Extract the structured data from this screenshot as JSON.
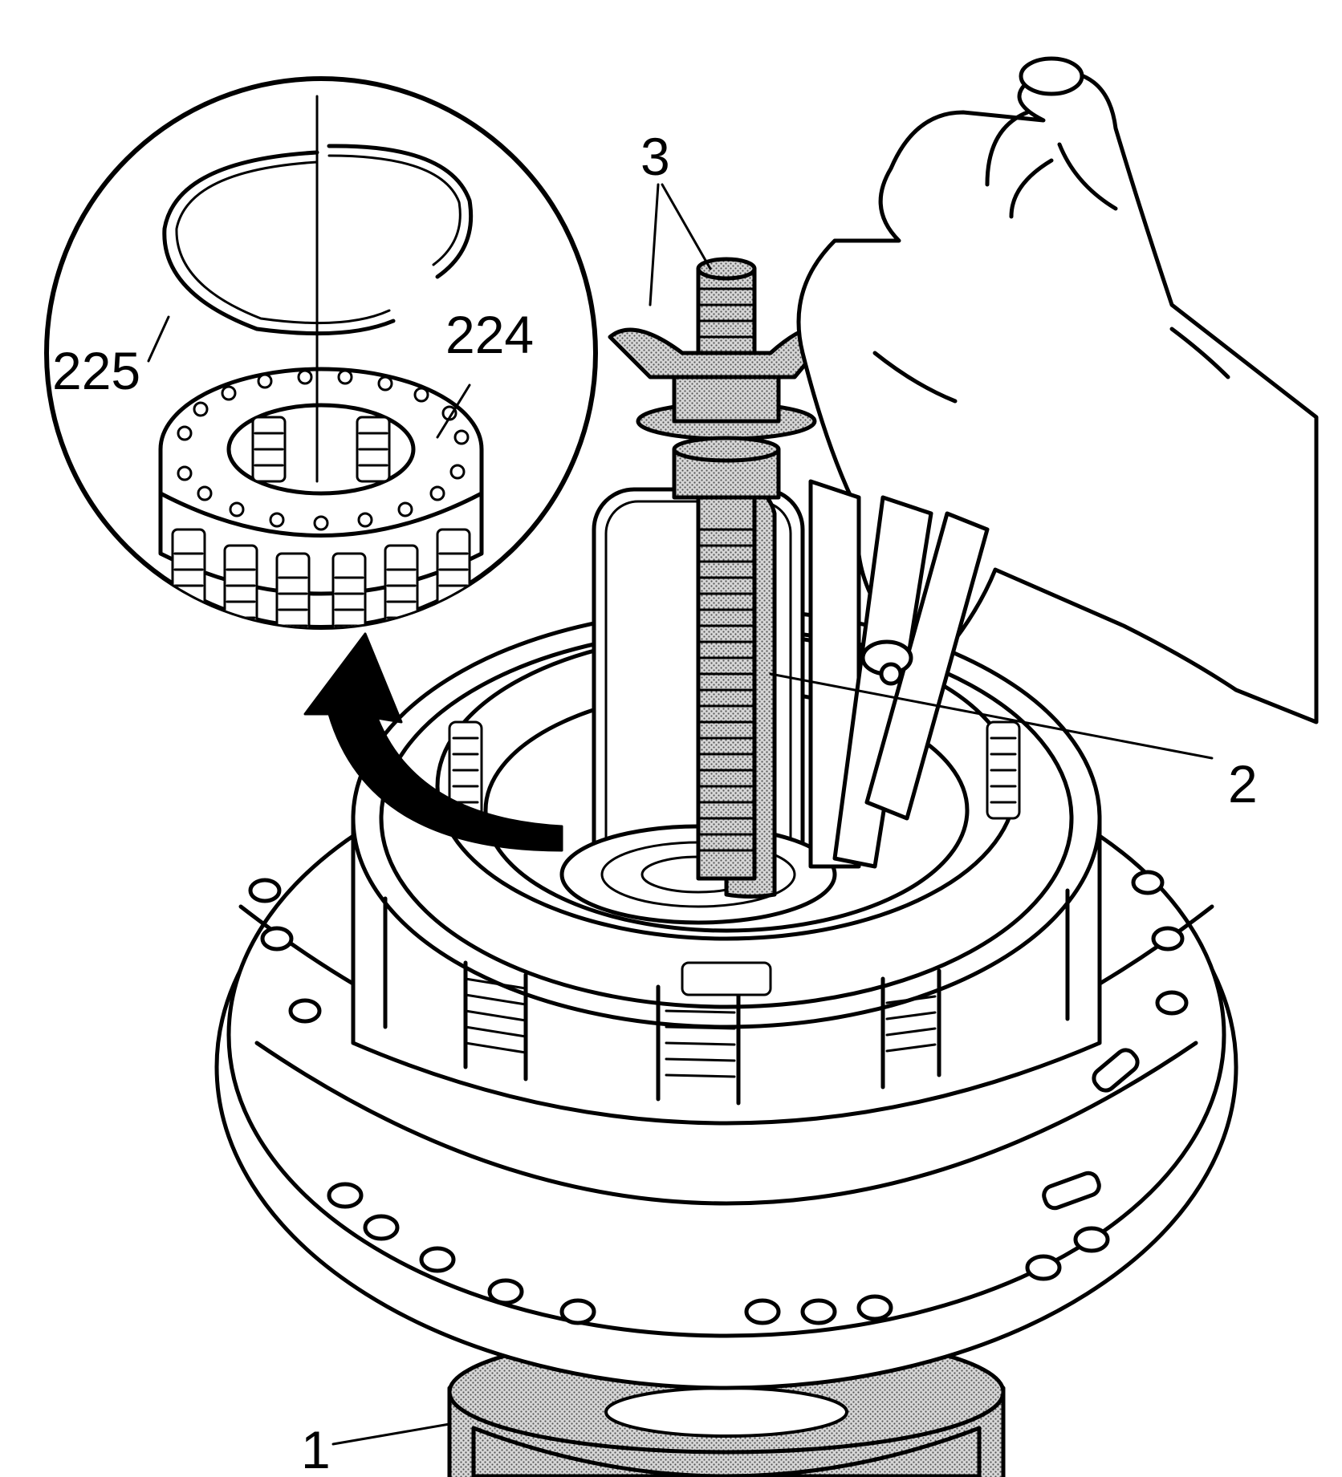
{
  "callouts": {
    "c1": "1",
    "c2": "2",
    "c3": "3",
    "c224": "224",
    "c225": "225"
  },
  "colors": {
    "line": "#000000",
    "background": "#ffffff",
    "stipple": "#9a9a9a"
  }
}
